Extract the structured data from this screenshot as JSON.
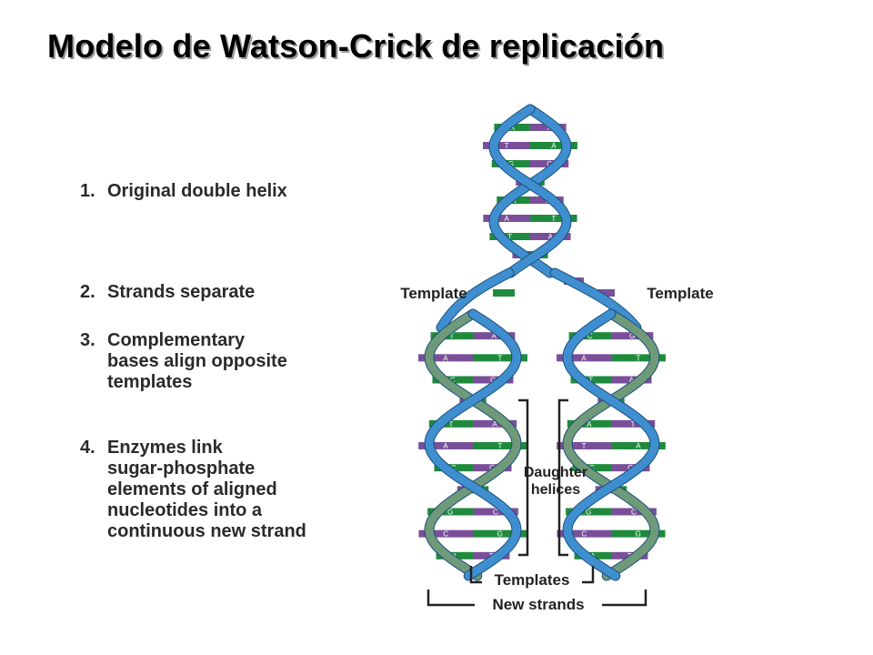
{
  "title": "Modelo de Watson-Crick de replicación",
  "steps": [
    {
      "number": "1.",
      "lines": [
        "Original double helix"
      ]
    },
    {
      "number": "2.",
      "lines": [
        "Strands separate"
      ]
    },
    {
      "number": "3.",
      "lines": [
        "Complementary",
        "bases align opposite",
        "templates"
      ]
    },
    {
      "number": "4.",
      "lines": [
        "Enzymes link",
        "sugar-phosphate",
        "elements of aligned",
        "nucleotides into a",
        "continuous new strand"
      ]
    }
  ],
  "diagram": {
    "label_template_left": "Template",
    "label_template_right": "Template",
    "label_daughter_line1": "Daughter",
    "label_daughter_line2": "helices",
    "label_templates": "Templates",
    "label_new_strands": "New strands",
    "top_base_pairs": [
      [
        "A",
        "T"
      ],
      [
        "T",
        "A"
      ],
      [
        "G",
        "C"
      ],
      [
        "C",
        "G"
      ],
      [
        "A",
        "T"
      ],
      [
        "A",
        "T"
      ],
      [
        "T",
        "A"
      ],
      [
        "G",
        "C"
      ]
    ],
    "left_daughter_pairs": [
      [
        "T",
        "A"
      ],
      [
        "A",
        "T"
      ],
      [
        "C",
        "G"
      ],
      [
        "G",
        "C"
      ],
      [
        "T",
        "A"
      ],
      [
        "A",
        "T"
      ],
      [
        "C",
        "G"
      ],
      [
        "G",
        "C"
      ],
      [
        "G",
        "C"
      ],
      [
        "C",
        "G"
      ],
      [
        "A",
        "T"
      ]
    ],
    "right_daughter_pairs": [
      [
        "C",
        "G"
      ],
      [
        "A",
        "T"
      ],
      [
        "T",
        "A"
      ],
      [
        "G",
        "C"
      ],
      [
        "A",
        "T"
      ],
      [
        "T",
        "A"
      ],
      [
        "C",
        "G"
      ],
      [
        "G",
        "C"
      ],
      [
        "G",
        "C"
      ],
      [
        "C",
        "G"
      ],
      [
        "A",
        "T"
      ]
    ],
    "colors": {
      "template_strand": "#3f8fd0",
      "new_strand": "#6f9a7a",
      "base_green": "#1f8a3c",
      "base_purple": "#7a4f99",
      "base_light_green": "#8cc79a",
      "base_light_purple": "#b8a3cc"
    }
  }
}
